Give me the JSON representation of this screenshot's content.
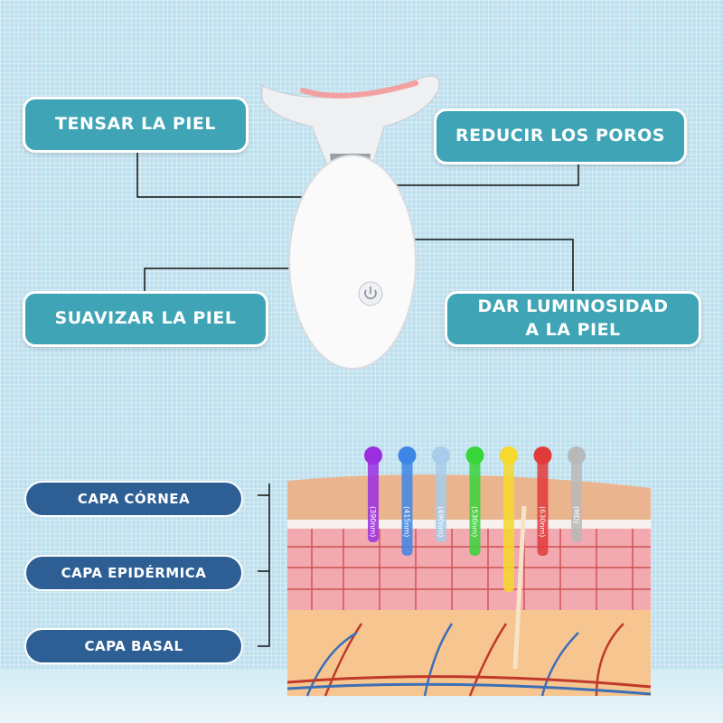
{
  "features": {
    "tighten": "TENSAR LA PIEL",
    "pores": "REDUCIR LOS POROS",
    "smooth": "SUAVIZAR LA PIEL",
    "glow_line1": "DAR LUMINOSIDAD",
    "glow_line2": "A LA PIEL"
  },
  "layers": [
    "CAPA CÓRNEA",
    "CAPA EPIDÉRMICA",
    "CAPA BASAL"
  ],
  "lights": [
    {
      "label": "(390nm)",
      "color": "#9b2fe0"
    },
    {
      "label": "(415nm)",
      "color": "#3d86e6"
    },
    {
      "label": "(490nm)",
      "color": "#a8cdea"
    },
    {
      "label": "(530nm)",
      "color": "#37d43a"
    },
    {
      "label": "",
      "color": "#f5d92c"
    },
    {
      "label": "(630nm)",
      "color": "#e23a3a"
    },
    {
      "label": "(MD)",
      "color": "#b9b9b9"
    }
  ]
}
